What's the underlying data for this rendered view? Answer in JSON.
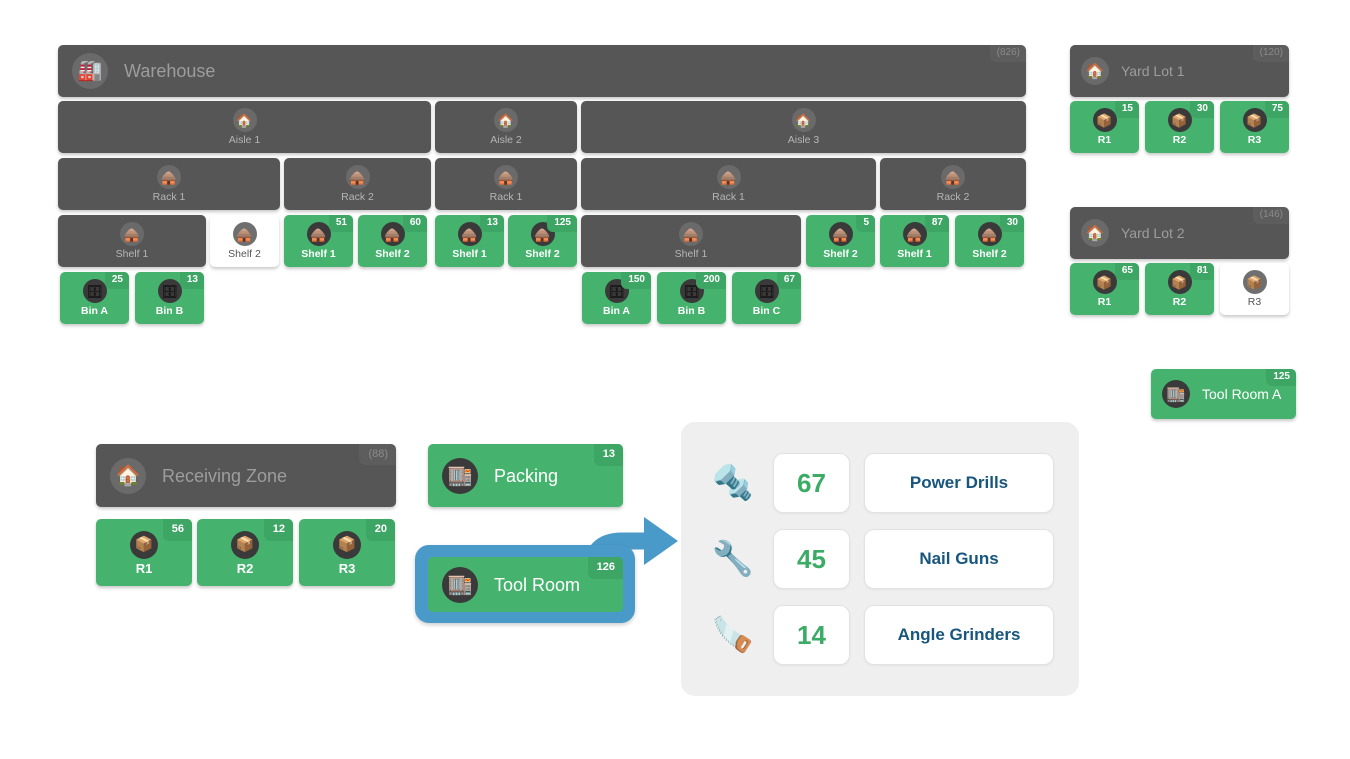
{
  "warehouse": {
    "header": {
      "label": "Warehouse",
      "badge": "(826)",
      "icon": "warehouse-icon"
    },
    "aisles": [
      {
        "label": "Aisle 1",
        "icon": "house-icon"
      },
      {
        "label": "Aisle 2",
        "icon": "house-icon"
      },
      {
        "label": "Aisle 3",
        "icon": "house-icon"
      }
    ],
    "racks": [
      {
        "label": "Rack 1",
        "icon": "rack-icon"
      },
      {
        "label": "Rack 2",
        "icon": "rack-icon"
      },
      {
        "label": "Rack 1",
        "icon": "rack-icon"
      },
      {
        "label": "Rack 1",
        "icon": "rack-icon"
      },
      {
        "label": "Rack 2",
        "icon": "rack-icon"
      }
    ],
    "shelves": [
      {
        "label": "Shelf 1",
        "badge": "",
        "state": "grey",
        "icon": "shelf-icon"
      },
      {
        "label": "Shelf 2",
        "badge": "",
        "state": "white",
        "icon": "shelf-icon"
      },
      {
        "label": "Shelf 1",
        "badge": "51",
        "state": "green",
        "icon": "shelf-icon"
      },
      {
        "label": "Shelf 2",
        "badge": "60",
        "state": "green",
        "icon": "shelf-icon"
      },
      {
        "label": "Shelf 1",
        "badge": "13",
        "state": "green",
        "icon": "shelf-icon"
      },
      {
        "label": "Shelf 2",
        "badge": "125",
        "state": "green",
        "icon": "shelf-icon"
      },
      {
        "label": "Shelf 1",
        "badge": "",
        "state": "grey",
        "icon": "shelf-icon"
      },
      {
        "label": "Shelf 2",
        "badge": "5",
        "state": "green",
        "icon": "shelf-icon"
      },
      {
        "label": "Shelf 1",
        "badge": "87",
        "state": "green",
        "icon": "shelf-icon"
      },
      {
        "label": "Shelf 2",
        "badge": "30",
        "state": "green",
        "icon": "shelf-icon"
      }
    ],
    "bins_left": [
      {
        "label": "Bin A",
        "badge": "25",
        "icon": "bin-icon"
      },
      {
        "label": "Bin B",
        "badge": "13",
        "icon": "bin-icon"
      }
    ],
    "bins_mid": [
      {
        "label": "Bin A",
        "badge": "150",
        "icon": "bin-icon"
      },
      {
        "label": "Bin B",
        "badge": "200",
        "icon": "bin-icon"
      },
      {
        "label": "Bin C",
        "badge": "67",
        "icon": "bin-icon"
      }
    ]
  },
  "yard_lot_1": {
    "header": {
      "label": "Yard Lot 1",
      "badge": "(120)",
      "icon": "house-icon"
    },
    "rows": [
      {
        "label": "R1",
        "badge": "15",
        "state": "green",
        "icon": "package-icon"
      },
      {
        "label": "R2",
        "badge": "30",
        "state": "green",
        "icon": "package-icon"
      },
      {
        "label": "R3",
        "badge": "75",
        "state": "green",
        "icon": "package-icon"
      }
    ]
  },
  "yard_lot_2": {
    "header": {
      "label": "Yard Lot 2",
      "badge": "(146)",
      "icon": "house-icon"
    },
    "rows": [
      {
        "label": "R1",
        "badge": "65",
        "state": "green",
        "icon": "package-icon"
      },
      {
        "label": "R2",
        "badge": "81",
        "state": "green",
        "icon": "package-icon"
      },
      {
        "label": "R3",
        "badge": "",
        "state": "white",
        "icon": "package-icon"
      }
    ]
  },
  "tool_room_a": {
    "label": "Tool Room A",
    "badge": "125",
    "icon": "toolroom-icon"
  },
  "receiving_zone": {
    "header": {
      "label": "Receiving Zone",
      "badge": "(88)",
      "icon": "house-icon"
    },
    "rows": [
      {
        "label": "R1",
        "badge": "56",
        "icon": "package-icon"
      },
      {
        "label": "R2",
        "badge": "12",
        "icon": "package-icon"
      },
      {
        "label": "R3",
        "badge": "20",
        "icon": "package-icon"
      }
    ]
  },
  "packing": {
    "label": "Packing",
    "badge": "13",
    "icon": "toolroom-icon"
  },
  "tool_room": {
    "label": "Tool Room",
    "badge": "126",
    "icon": "toolroom-icon",
    "selected": true
  },
  "detail_panel": {
    "items": [
      {
        "icon": "power-drill-icon",
        "count": "67",
        "name": "Power Drills"
      },
      {
        "icon": "nail-gun-icon",
        "count": "45",
        "name": "Nail Guns"
      },
      {
        "icon": "angle-grinder-icon",
        "count": "14",
        "name": "Angle Grinders"
      }
    ]
  },
  "colors": {
    "green": "#45b36e",
    "green_badge": "#3da664",
    "grey": "#565656",
    "accent_blue": "#4a9ac9",
    "count_green": "#3bab66",
    "name_blue": "#17567d",
    "panel_bg": "#efefef"
  }
}
